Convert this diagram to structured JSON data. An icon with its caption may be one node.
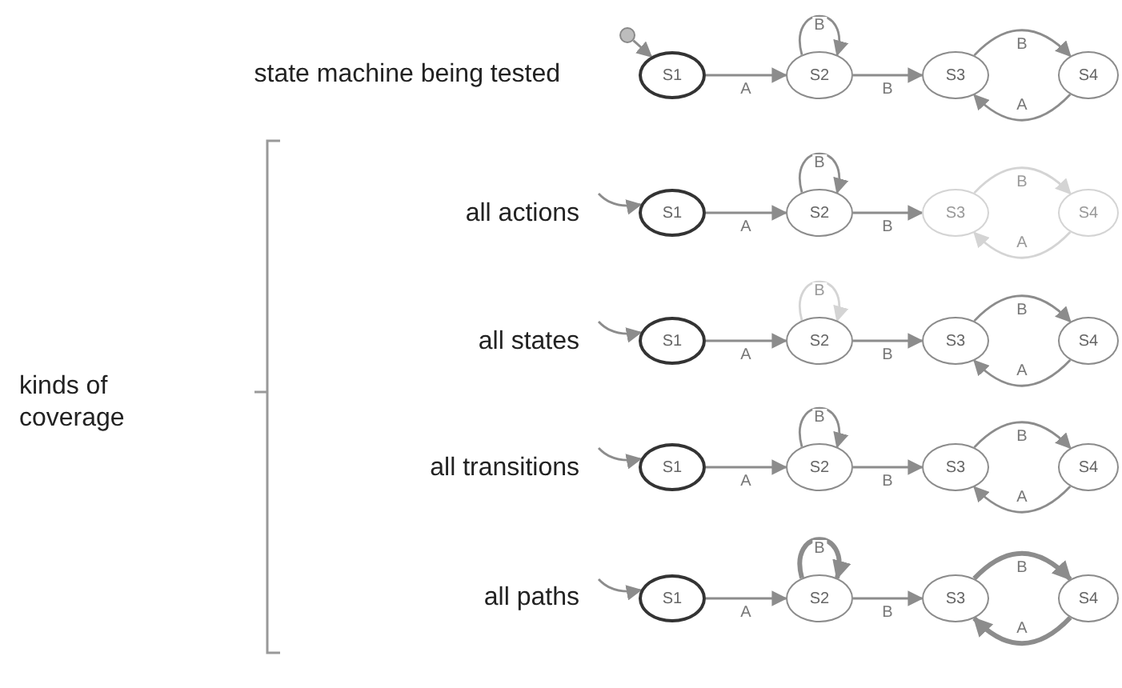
{
  "diagram": {
    "nodes": [
      {
        "text": [],
        "shape": "circle"
      },
      {
        "text": [
          "S1"
        ]
      },
      {
        "text": [
          "S2"
        ]
      },
      {
        "text": [
          "S3"
        ]
      },
      {
        "text": [
          "S4"
        ]
      },
      {
        "text": [
          "S1"
        ]
      },
      {
        "text": [
          "S2"
        ]
      },
      {
        "text": [
          "S3"
        ]
      },
      {
        "text": [
          "S4"
        ]
      },
      {
        "text": [
          "S1"
        ]
      },
      {
        "text": [
          "S2"
        ]
      },
      {
        "text": [
          "S3"
        ]
      },
      {
        "text": [
          "S4"
        ]
      },
      {
        "text": [
          "S1"
        ]
      },
      {
        "text": [
          "S2"
        ]
      },
      {
        "text": [
          "S3"
        ]
      },
      {
        "text": [
          "S4"
        ]
      },
      {
        "text": [
          "S1"
        ]
      },
      {
        "text": [
          "S2"
        ]
      },
      {
        "text": [
          "S3"
        ]
      },
      {
        "text": [
          "S4"
        ]
      }
    ],
    "edges": [
      {
        "from": 0,
        "to": 1,
        "arrow": "to"
      },
      {
        "from": 1,
        "to": 2,
        "arrow": "to",
        "label": "A"
      },
      {
        "from": 2,
        "to": 2,
        "arrow": "to",
        "label": "B"
      },
      {
        "from": 2,
        "to": 3,
        "arrow": "to",
        "label": "B"
      },
      {
        "from": 3,
        "to": 4,
        "arrow": "to",
        "label": "B"
      },
      {
        "from": 4,
        "to": 3,
        "arrow": "to",
        "label": "A"
      },
      {
        "from": null,
        "to": 5,
        "arrow": "to"
      },
      {
        "from": 5,
        "to": 6,
        "arrow": "to",
        "label": "A"
      },
      {
        "from": 6,
        "to": 6,
        "arrow": "to",
        "label": "B"
      },
      {
        "from": 6,
        "to": 7,
        "arrow": "to",
        "label": "B"
      },
      {
        "from": 7,
        "to": 8,
        "arrow": "to",
        "label": "B",
        "color": "#d4d4d4"
      },
      {
        "from": 8,
        "to": 7,
        "arrow": "to",
        "label": "A",
        "color": "#d4d4d4"
      },
      {
        "from": null,
        "to": 9,
        "arrow": "to"
      },
      {
        "from": 9,
        "to": 10,
        "arrow": "to",
        "label": "A"
      },
      {
        "from": 10,
        "to": 10,
        "arrow": "to",
        "label": "B",
        "color": "#d4d4d4"
      },
      {
        "from": 10,
        "to": 11,
        "arrow": "to",
        "label": "B"
      },
      {
        "from": 11,
        "to": 12,
        "arrow": "to",
        "label": "B"
      },
      {
        "from": 12,
        "to": 11,
        "arrow": "to",
        "label": "A"
      },
      {
        "from": null,
        "to": 13,
        "arrow": "to"
      },
      {
        "from": 13,
        "to": 14,
        "arrow": "to",
        "label": "A"
      },
      {
        "from": 14,
        "to": 14,
        "arrow": "to",
        "label": "B"
      },
      {
        "from": 14,
        "to": 15,
        "arrow": "to",
        "label": "B"
      },
      {
        "from": 15,
        "to": 16,
        "arrow": "to",
        "label": "B"
      },
      {
        "from": 16,
        "to": 15,
        "arrow": "to",
        "label": "A"
      },
      {
        "from": null,
        "to": 17,
        "arrow": "to"
      },
      {
        "from": 17,
        "to": 18,
        "arrow": "to",
        "label": "A"
      },
      {
        "from": 18,
        "to": 18,
        "arrow": "to",
        "label": "B",
        "style": "thick"
      },
      {
        "from": 18,
        "to": 19,
        "arrow": "to",
        "label": "B"
      },
      {
        "from": 19,
        "to": 20,
        "arrow": "to",
        "label": "B",
        "style": "thick"
      },
      {
        "from": 20,
        "to": 19,
        "arrow": "to",
        "label": "A",
        "style": "thick"
      }
    ],
    "labels": [
      "state machine being tested",
      "kinds of coverage",
      "all actions",
      "all states",
      "all transitions",
      "all paths"
    ]
  }
}
